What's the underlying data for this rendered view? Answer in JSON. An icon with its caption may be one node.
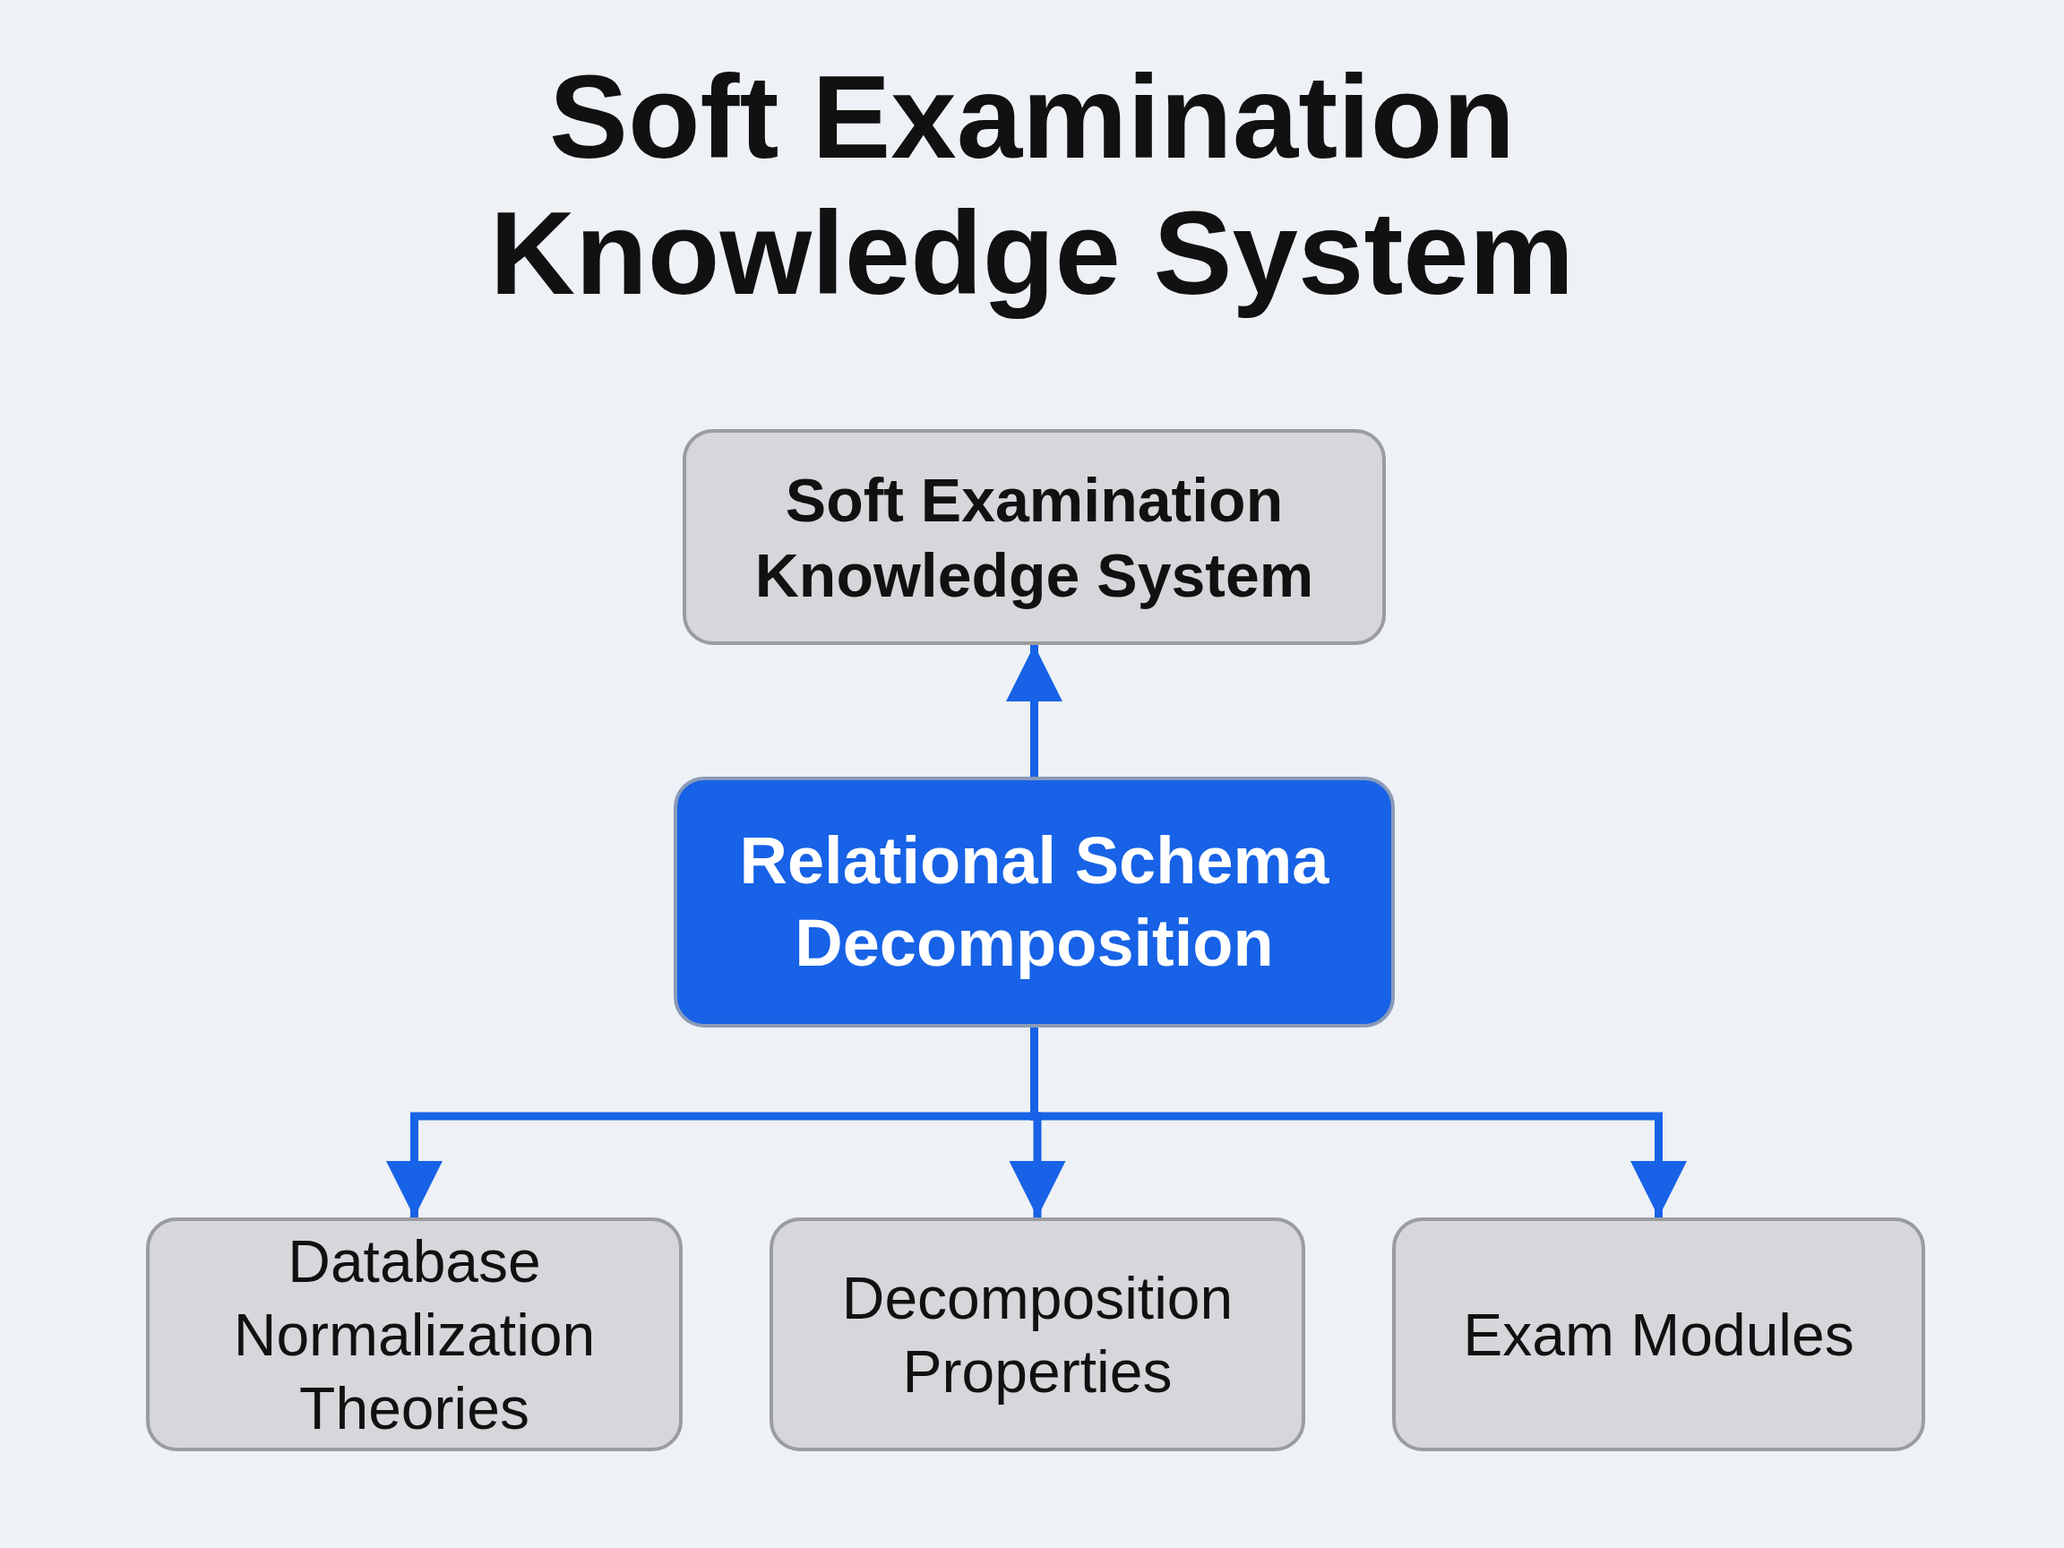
{
  "diagram": {
    "title": "Soft Examination Knowledge System",
    "nodes": [
      {
        "text": [
          "Soft Examination Knowledge System"
        ]
      },
      {
        "text": [
          "Relational Schema Decomposition"
        ]
      },
      {
        "text": [
          "Database Normalization Theories"
        ]
      },
      {
        "text": [
          "Decomposition Properties"
        ]
      },
      {
        "text": [
          "Exam Modules"
        ]
      }
    ],
    "edges": [
      {
        "from": 1,
        "to": 0,
        "arrow": "to"
      },
      {
        "from": 1,
        "to": 2,
        "arrow": "to"
      },
      {
        "from": 1,
        "to": 3,
        "arrow": "to"
      },
      {
        "from": 1,
        "to": 4,
        "arrow": "to"
      }
    ]
  }
}
